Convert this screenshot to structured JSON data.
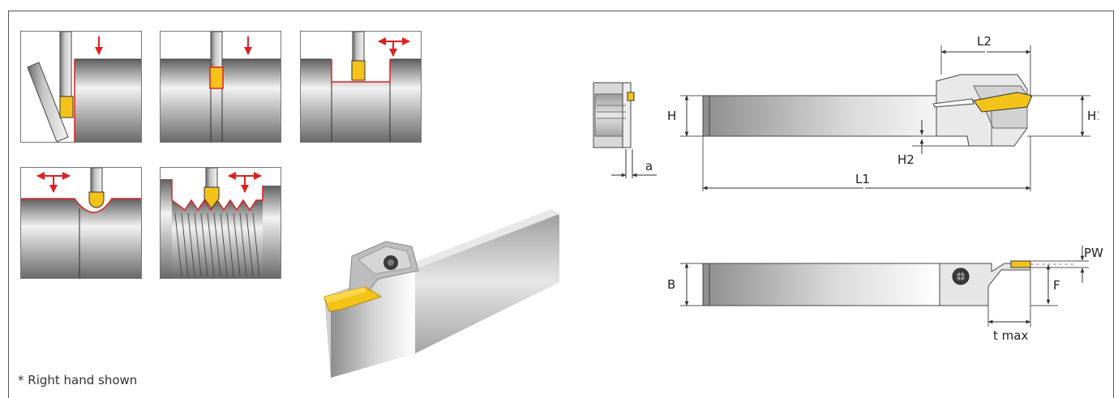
{
  "footnote": "* Right hand shown",
  "dimensions": {
    "h": "H",
    "h1": "H1",
    "h2": "H2",
    "l1": "L1",
    "l2": "L2",
    "a": "a",
    "b": "B",
    "f": "F",
    "pw": "PW",
    "tmax": "t max"
  },
  "colors": {
    "insert": "#f4c31a",
    "arrow": "#e02020",
    "cut_line": "#e02020",
    "steel_dark": "#7d7d7d",
    "steel_light": "#e6e6e6"
  }
}
